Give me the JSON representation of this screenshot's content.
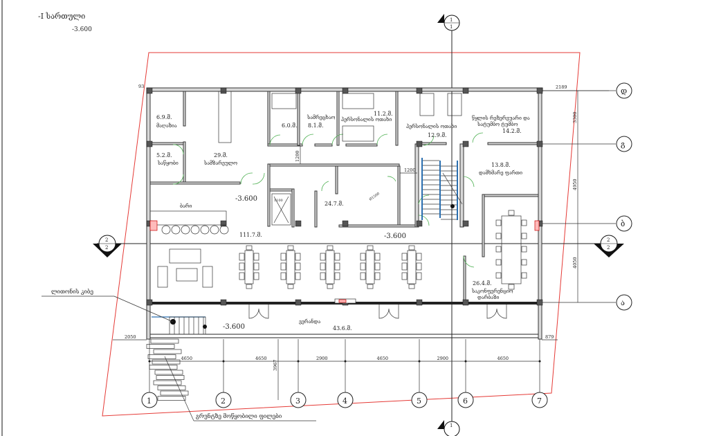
{
  "header": {
    "floor_title": "-I სართული",
    "floor_level": "-3.600"
  },
  "rooms": [
    {
      "area": "6.9.მ.",
      "name": "მაღაზია"
    },
    {
      "area": "5.2.მ.",
      "name": "საწყობი"
    },
    {
      "area": "29.მ.",
      "name": "სამზარეულო"
    },
    {
      "area": "6.0.მ.",
      "name": ""
    },
    {
      "area": "8.1.მ.",
      "name": "სამრეცხაო"
    },
    {
      "area": "11.2.მ.",
      "name": "პერსონალის ოთახი"
    },
    {
      "area": "12.9.მ.",
      "name": "პერსონალის ოთახი"
    },
    {
      "area": "14.2.მ.",
      "name": "წყლის რეზერვუარი და",
      "name2": "სატუმბო ტუმბო"
    },
    {
      "area": "13.8.მ.",
      "name": "დამხმარე ფართი"
    },
    {
      "area": "24.7.მ.",
      "name": ""
    },
    {
      "area": "111.7.მ.",
      "name": "ბარი"
    },
    {
      "area": "26.4.მ.",
      "name": "საკონფერენციო",
      "name2": "დარბაზი"
    },
    {
      "area": "43.6.მ.",
      "name": "ვერანდა"
    }
  ],
  "levels": [
    "-3.600",
    "-3.600",
    "-3.600"
  ],
  "callouts": {
    "metal_stair": "ლითონის კიბე",
    "ground_slabs": "გრუნტზე მოწყობილი ფილები"
  },
  "grid_columns": [
    "1",
    "2",
    "3",
    "4",
    "5",
    "6",
    "7"
  ],
  "grid_rows": [
    "დ",
    "გ",
    "ბ",
    "ა"
  ],
  "grid_spacing": [
    "4650",
    "4650",
    "2900",
    "4650",
    "2900",
    "4650"
  ],
  "dimensions": {
    "top_left": "93",
    "top_right": "2189",
    "corridor": "1200",
    "stair_gap": "1200",
    "row_d_g": "3300",
    "row_g_b": "4950",
    "row_b_a": "4050",
    "left_offset": "2050",
    "right_offset": "879",
    "veranda_depth": "3967",
    "lift_w": "1100",
    "lift_d": "1400",
    "ramp": "Ø1500"
  },
  "sections": {
    "s1_top": "1",
    "s1_bottom": "1",
    "s2": "2"
  }
}
